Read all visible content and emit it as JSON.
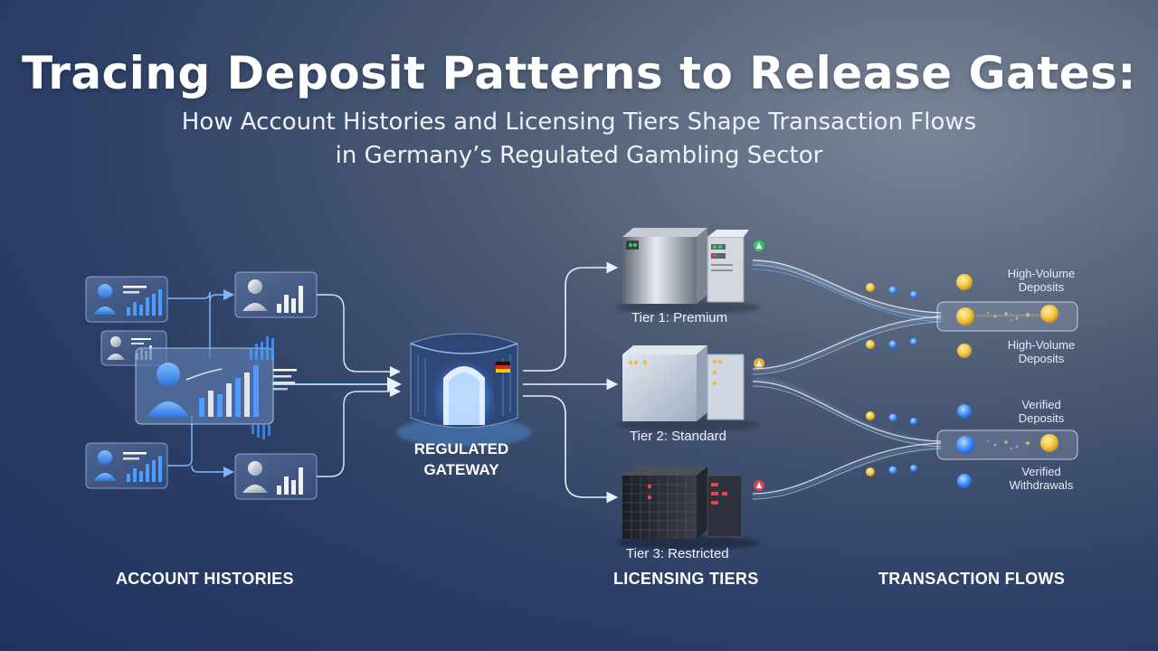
{
  "title": "Tracing Deposit Patterns to Release Gates:",
  "subtitle_line1": "How Account Histories and Licensing Tiers Shape Transaction Flows",
  "subtitle_line2": "in Germany’s Regulated Gambling Sector",
  "sections": {
    "account_histories": "ACCOUNT HISTORIES",
    "licensing_tiers": "LICENSING TIERS",
    "transaction_flows": "TRANSACTION FLOWS"
  },
  "gateway": {
    "line1": "REGULATED",
    "line2": "GATEWAY"
  },
  "tiers": [
    {
      "label": "Tier 1: Premium",
      "status_color": "#2fd36b"
    },
    {
      "label": "Tier 2: Standard",
      "status_color": "#f4b63a"
    },
    {
      "label": "Tier 3: Restricted",
      "status_color": "#e8434f"
    }
  ],
  "flows": [
    {
      "line1": "High-Volume",
      "line2": "Deposits"
    },
    {
      "line1": "High-Volume",
      "line2": "Deposits"
    },
    {
      "line1": "Verified",
      "line2": "Deposits"
    },
    {
      "line1": "Verified",
      "line2": "Withdrawals"
    }
  ],
  "colors": {
    "accent_blue": "#3a8bff",
    "coin_gold": "#f2c23a",
    "coin_blue": "#3b8cff",
    "line_light": "#cfe4ff"
  }
}
